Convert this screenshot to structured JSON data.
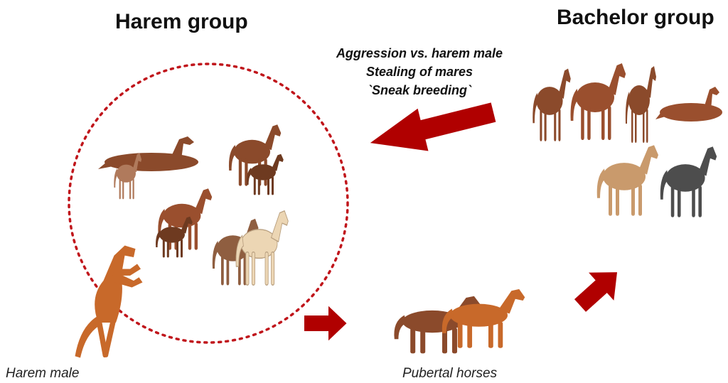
{
  "titles": {
    "harem": "Harem group",
    "bachelor": "Bachelor group"
  },
  "annotation": {
    "lines": [
      "Aggression vs. harem male",
      "Stealing of mares",
      "`Sneak breeding`"
    ]
  },
  "captions": {
    "harem_male": "Harem male",
    "pubertal": "Pubertal horses"
  },
  "colors": {
    "arrow": "#b00000",
    "circle_dash": "#c0151b",
    "bay": "#8b4a2b",
    "chestnut": "#c8692a",
    "palomino": "#ecd6b4",
    "grey": "#4d4d4d",
    "dun": "#c99a6c"
  },
  "icons": [
    "horse-icon",
    "arrow-icon"
  ]
}
